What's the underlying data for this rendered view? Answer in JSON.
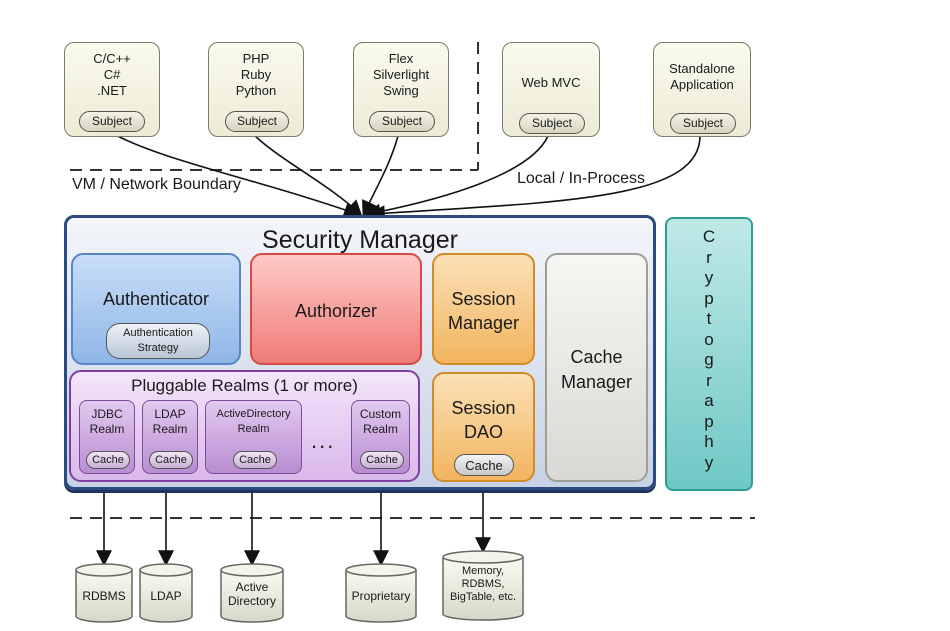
{
  "clients": [
    {
      "label": "C/C++\nC#\n.NET",
      "subject": "Subject"
    },
    {
      "label": "PHP\nRuby\nPython",
      "subject": "Subject"
    },
    {
      "label": "Flex\nSilverlight\nSwing",
      "subject": "Subject"
    },
    {
      "label": "Web MVC",
      "subject": "Subject"
    },
    {
      "label": "Standalone\nApplication",
      "subject": "Subject"
    }
  ],
  "boundaries": {
    "vm_network": "VM / Network Boundary",
    "local": "Local / In-Process"
  },
  "security_manager": {
    "title": "Security Manager",
    "authenticator": {
      "label": "Authenticator",
      "strategy": "Authentication\nStrategy"
    },
    "authorizer": "Authorizer",
    "session_manager": "Session\nManager",
    "session_dao": {
      "label": "Session\nDAO",
      "cache": "Cache"
    },
    "cache_manager": "Cache\nManager",
    "realms": {
      "title": "Pluggable Realms (1 or more)",
      "items": [
        {
          "label": "JDBC\nRealm",
          "cache": "Cache"
        },
        {
          "label": "LDAP\nRealm",
          "cache": "Cache"
        },
        {
          "label": "ActiveDirectory\nRealm",
          "cache": "Cache"
        },
        {
          "label": "Custom\nRealm",
          "cache": "Cache"
        }
      ],
      "ellipsis": "..."
    }
  },
  "cryptography": "Cryptography",
  "stores": [
    "RDBMS",
    "LDAP",
    "Active\nDirectory",
    "Proprietary",
    "Memory,\nRDBMS,\nBigTable, etc."
  ]
}
